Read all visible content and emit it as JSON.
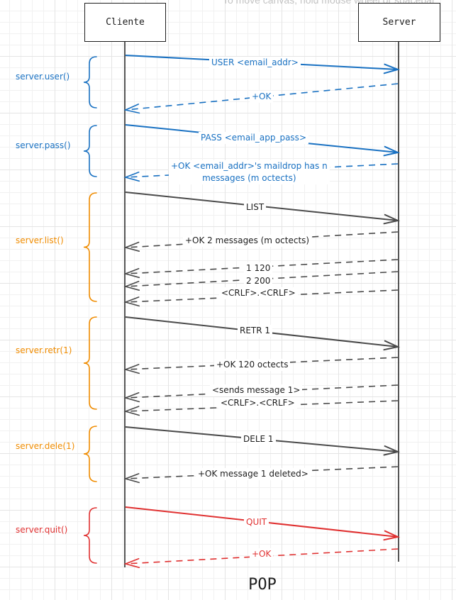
{
  "canvas_hint": "To move canvas, hold mouse wheel or spacebar",
  "title": "POP",
  "actors": {
    "client": "Cliente",
    "server": "Server"
  },
  "colors": {
    "blue": "#1971c2",
    "gray": "#4a4a4a",
    "orange": "#f08c00",
    "red": "#e03131",
    "line": "#1e1e1e"
  },
  "groups": [
    {
      "label": "server.user()",
      "color": "blue"
    },
    {
      "label": "server.pass()",
      "color": "blue"
    },
    {
      "label": "server.list()",
      "color": "orange"
    },
    {
      "label": "server.retr(1)",
      "color": "orange"
    },
    {
      "label": "server.dele(1)",
      "color": "orange"
    },
    {
      "label": "server.quit()",
      "color": "red"
    }
  ],
  "messages": [
    {
      "text": "USER <email_addr>",
      "direction": "request",
      "color": "blue"
    },
    {
      "text": "+OK",
      "direction": "response",
      "color": "blue"
    },
    {
      "text": "PASS <email_app_pass>",
      "direction": "request",
      "color": "blue"
    },
    {
      "text": "+OK <email_addr>'s maildrop has n",
      "text2": "messages (m octects)",
      "direction": "response",
      "color": "blue"
    },
    {
      "text": "LIST",
      "direction": "request",
      "color": "gray"
    },
    {
      "text": "+OK 2 messages (m octects)",
      "direction": "response",
      "color": "gray"
    },
    {
      "text": "1 120",
      "direction": "response",
      "color": "gray"
    },
    {
      "text": "2 200",
      "direction": "response",
      "color": "gray"
    },
    {
      "text": "<CRLF>.<CRLF>",
      "direction": "response",
      "color": "gray"
    },
    {
      "text": "RETR 1",
      "direction": "request",
      "color": "gray"
    },
    {
      "text": "+OK 120 octects",
      "direction": "response",
      "color": "gray"
    },
    {
      "text": "<sends message 1>",
      "direction": "response",
      "color": "gray"
    },
    {
      "text": "<CRLF>.<CRLF>",
      "direction": "response",
      "color": "gray"
    },
    {
      "text": "DELE 1",
      "direction": "request",
      "color": "gray"
    },
    {
      "text": "+OK message 1 deleted>",
      "direction": "response",
      "color": "gray"
    },
    {
      "text": "QUIT",
      "direction": "request",
      "color": "red"
    },
    {
      "text": "+OK",
      "direction": "response",
      "color": "red"
    }
  ]
}
